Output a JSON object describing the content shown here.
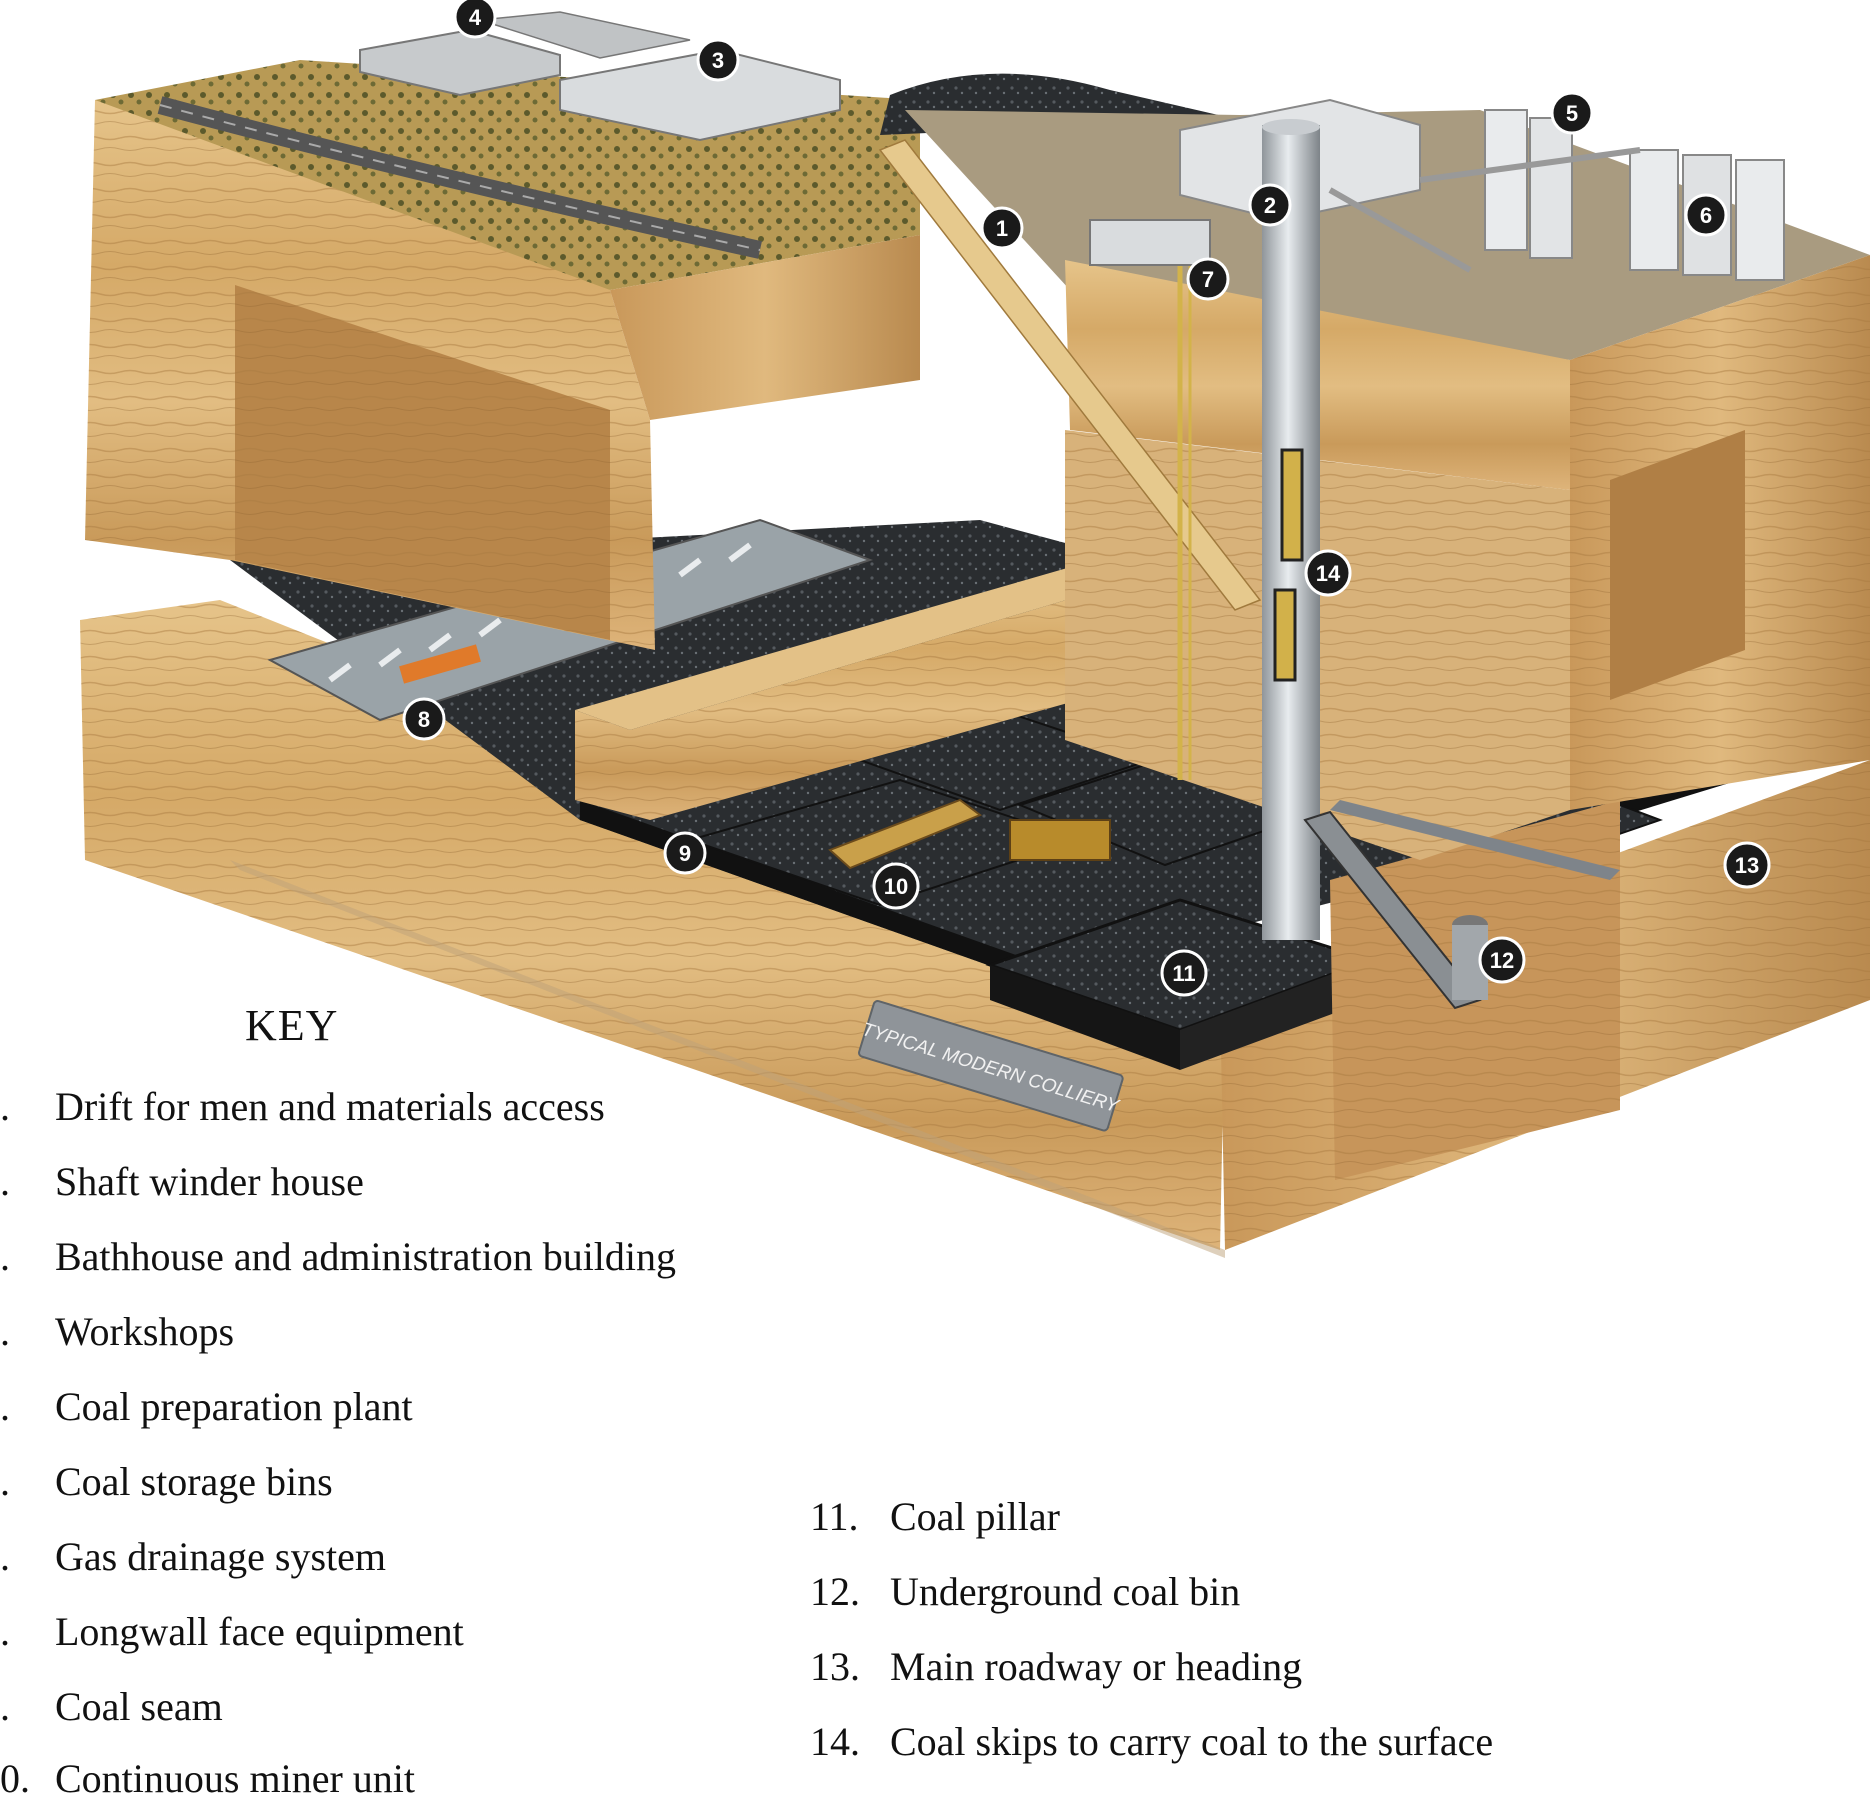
{
  "sign_text": "TYPICAL MODERN COLLIERY",
  "callouts": [
    "1",
    "2",
    "3",
    "4",
    "5",
    "6",
    "7",
    "8",
    "9",
    "10",
    "11",
    "12",
    "13",
    "14"
  ],
  "key": {
    "title": "KEY",
    "left_column": [
      {
        "num": ".",
        "label": "Drift for men and materials access"
      },
      {
        "num": ".",
        "label": "Shaft winder house"
      },
      {
        "num": ".",
        "label": "Bathhouse and administration building"
      },
      {
        "num": ".",
        "label": "Workshops"
      },
      {
        "num": ".",
        "label": "Coal preparation plant"
      },
      {
        "num": ".",
        "label": "Coal storage bins"
      },
      {
        "num": ".",
        "label": "Gas drainage system"
      },
      {
        "num": ".",
        "label": "Longwall face equipment"
      },
      {
        "num": ".",
        "label": "Coal seam"
      },
      {
        "num": "0.",
        "label": "Continuous miner unit"
      }
    ],
    "right_column": [
      {
        "num": "11.",
        "label": "Coal pillar"
      },
      {
        "num": "12.",
        "label": "Underground coal bin"
      },
      {
        "num": "13.",
        "label": "Main roadway or heading"
      },
      {
        "num": "14.",
        "label": "Coal skips to carry coal to the surface"
      }
    ]
  }
}
